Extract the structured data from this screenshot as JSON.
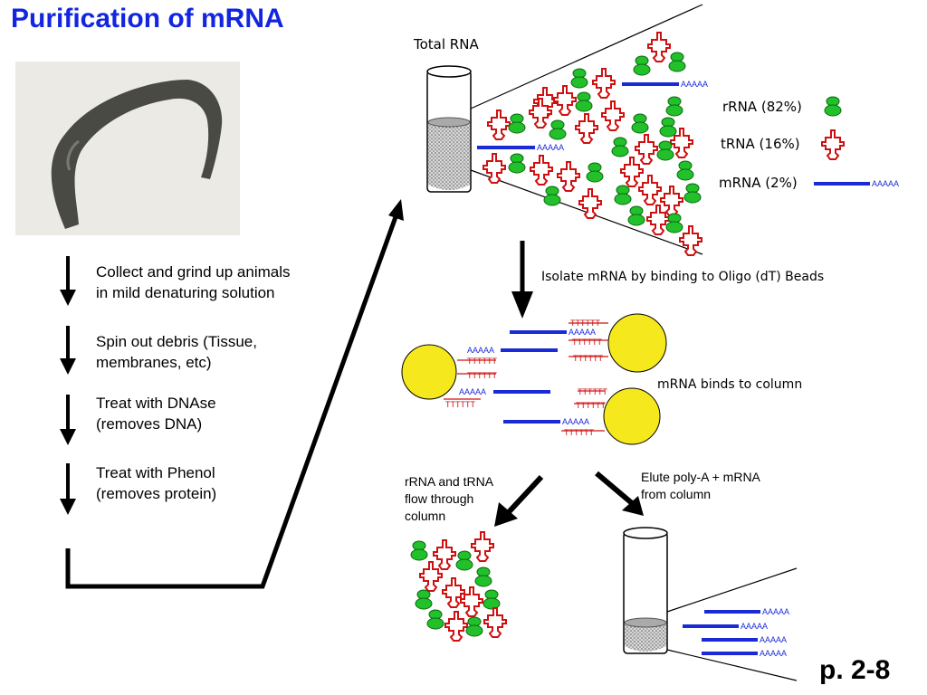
{
  "title": "Purification of mRNA",
  "page_number": "p. 2-8",
  "steps": [
    {
      "line1": "Collect and grind up animals",
      "line2": "in mild denaturing solution"
    },
    {
      "line1": "Spin out debris (Tissue,",
      "line2": "membranes, etc)"
    },
    {
      "line1": "Treat with DNAse",
      "line2": "(removes DNA)"
    },
    {
      "line1": "Treat with Phenol",
      "line2": "(removes protein)"
    }
  ],
  "labels": {
    "total_rna": "Total RNA",
    "rrna": "rRNA (82%)",
    "trna": "tRNA (16%)",
    "mrna": "mRNA (2%)",
    "isolate": "Isolate mRNA by binding to Oligo (dT) Beads",
    "binds": "mRNA binds to column",
    "flow_line1": "rRNA and tRNA",
    "flow_line2": "flow through",
    "flow_line3": "column",
    "elute_line1": "Elute poly-A + mRNA",
    "elute_line2": "from column"
  },
  "polyA": "AAAAA",
  "oligoT": "TTTTTT",
  "colors": {
    "title": "#1226e0",
    "mrna_line": "#1a2ad6",
    "trna": "#d01010",
    "rrna": "#22c02a",
    "bead": "#f5e81c"
  }
}
